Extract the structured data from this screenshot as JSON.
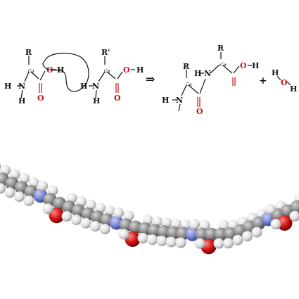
{
  "reactant1": {
    "r": "R",
    "ca": "Cα",
    "h_amine": "H",
    "n_amine": "N",
    "h_amine2": "H",
    "o_hydroxyl": "O",
    "h_hydroxyl": "H",
    "o_carbonyl": "O"
  },
  "reactant2": {
    "r": "R'",
    "ca": "Cα",
    "h_amine": "H",
    "n_amine": "N",
    "h_amine2": "H",
    "o_hydroxyl": "O",
    "h_hydroxyl": "H",
    "o_carbonyl": "O"
  },
  "arrow": "⇒",
  "product": {
    "r1": "R",
    "r2": "R",
    "ca1": "Cα",
    "ca2": "Cα",
    "h_amine": "H",
    "n_amine": "N",
    "n_peptide": "N",
    "h_peptide": "H",
    "o_carbonyl": "O",
    "o_hydroxyl": "O",
    "h_hydroxyl": "H"
  },
  "plus": "+",
  "water": {
    "h1": "H",
    "o": "O",
    "h2": "H"
  },
  "colors": {
    "carbon": "#8e8e8e",
    "hydrogen": "#e8e8e8",
    "nitrogen": "#7a86d6",
    "oxygen": "#d41616",
    "text": "#111111",
    "text_oxygen": "#cc1111"
  }
}
